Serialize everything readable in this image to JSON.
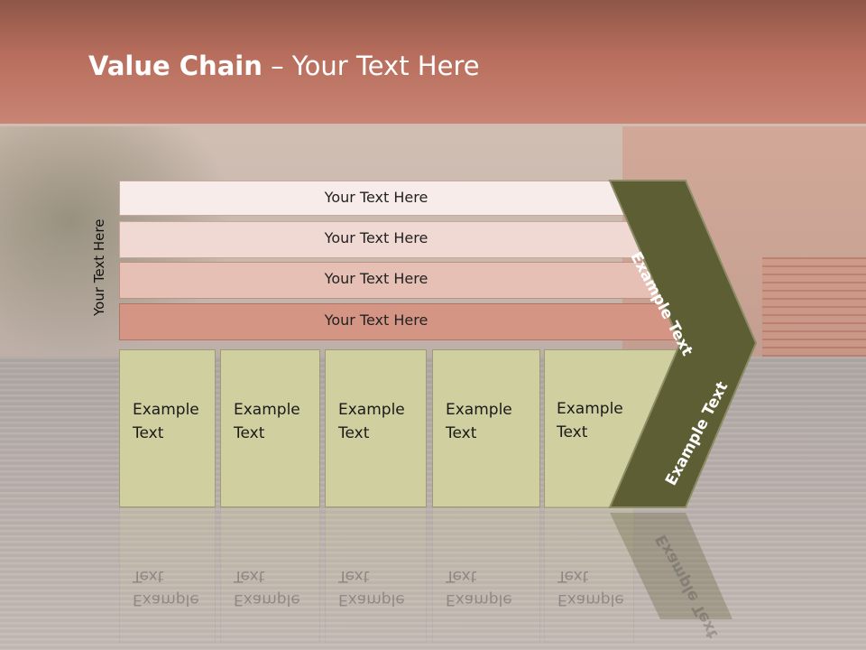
{
  "title": {
    "bold": "Value Chain",
    "rest": " – Your Text Here"
  },
  "side_label": "Your Text Here",
  "rows": [
    {
      "label": "Your Text Here",
      "color": "#f8ecea"
    },
    {
      "label": "Your Text Here",
      "color": "#f1d9d3"
    },
    {
      "label": "Your Text Here",
      "color": "#e6c0b4"
    },
    {
      "label": "Your Text Here",
      "color": "#d49585"
    }
  ],
  "boxes": [
    {
      "label": "Example Text"
    },
    {
      "label": "Example Text"
    },
    {
      "label": "Example Text"
    },
    {
      "label": "Example Text"
    },
    {
      "label": "Example Text"
    }
  ],
  "arrow": {
    "upper_label": "Example Text",
    "lower_label": "Example Text",
    "color": "#5e5e35"
  },
  "colors": {
    "header": "#b86e5d",
    "box_fill": "#cfcf9f",
    "box_border": "#9c9c78"
  }
}
